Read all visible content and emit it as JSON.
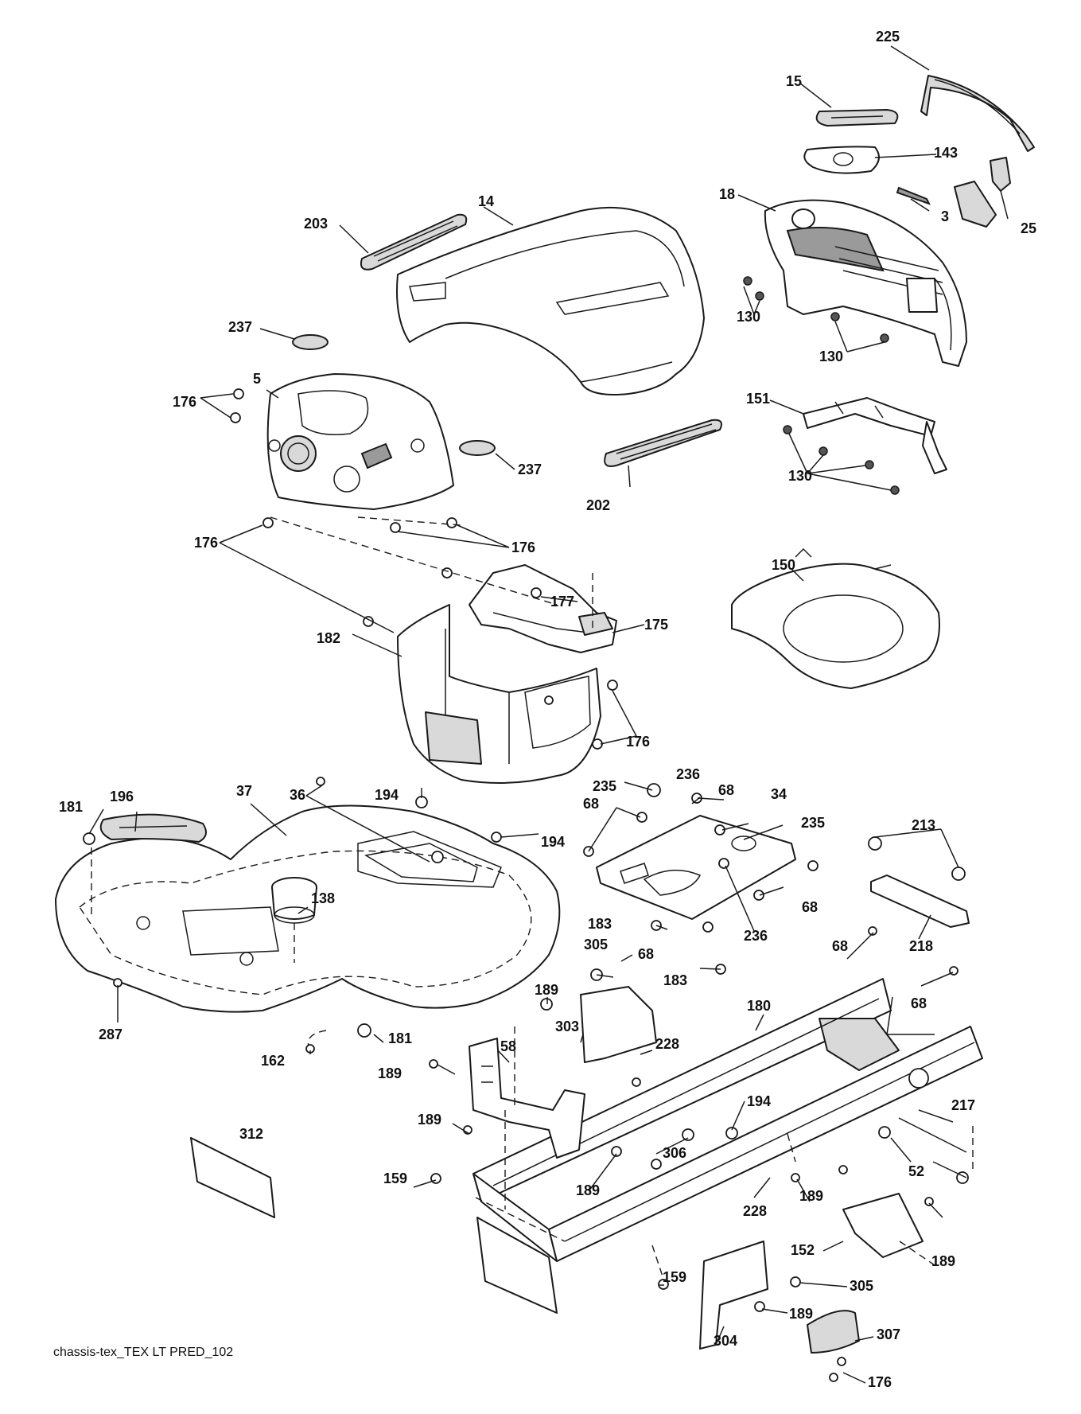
{
  "diagram": {
    "footer_id": "chassis-tex_TEX LT PRED_102",
    "callouts": [
      {
        "label": "225"
      },
      {
        "label": "15"
      },
      {
        "label": "143"
      },
      {
        "label": "25"
      },
      {
        "label": "18"
      },
      {
        "label": "3"
      },
      {
        "label": "14"
      },
      {
        "label": "203"
      },
      {
        "label": "130"
      },
      {
        "label": "130"
      },
      {
        "label": "237"
      },
      {
        "label": "5"
      },
      {
        "label": "176"
      },
      {
        "label": "237"
      },
      {
        "label": "202"
      },
      {
        "label": "151"
      },
      {
        "label": "130"
      },
      {
        "label": "176"
      },
      {
        "label": "176"
      },
      {
        "label": "150"
      },
      {
        "label": "177"
      },
      {
        "label": "175"
      },
      {
        "label": "182"
      },
      {
        "label": "176"
      },
      {
        "label": "36"
      },
      {
        "label": "196"
      },
      {
        "label": "37"
      },
      {
        "label": "194"
      },
      {
        "label": "181"
      },
      {
        "label": "194"
      },
      {
        "label": "235"
      },
      {
        "label": "236"
      },
      {
        "label": "68"
      },
      {
        "label": "34"
      },
      {
        "label": "68"
      },
      {
        "label": "235"
      },
      {
        "label": "213"
      },
      {
        "label": "138"
      },
      {
        "label": "68"
      },
      {
        "label": "236"
      },
      {
        "label": "183"
      },
      {
        "label": "305"
      },
      {
        "label": "68"
      },
      {
        "label": "68"
      },
      {
        "label": "218"
      },
      {
        "label": "183"
      },
      {
        "label": "287"
      },
      {
        "label": "189"
      },
      {
        "label": "68"
      },
      {
        "label": "180"
      },
      {
        "label": "303"
      },
      {
        "label": "58"
      },
      {
        "label": "162"
      },
      {
        "label": "181"
      },
      {
        "label": "228"
      },
      {
        "label": "189"
      },
      {
        "label": "194"
      },
      {
        "label": "217"
      },
      {
        "label": "312"
      },
      {
        "label": "189"
      },
      {
        "label": "306"
      },
      {
        "label": "52"
      },
      {
        "label": "159"
      },
      {
        "label": "189"
      },
      {
        "label": "189"
      },
      {
        "label": "228"
      },
      {
        "label": "152"
      },
      {
        "label": "189"
      },
      {
        "label": "159"
      },
      {
        "label": "305"
      },
      {
        "label": "304"
      },
      {
        "label": "189"
      },
      {
        "label": "307"
      },
      {
        "label": "176"
      }
    ]
  }
}
